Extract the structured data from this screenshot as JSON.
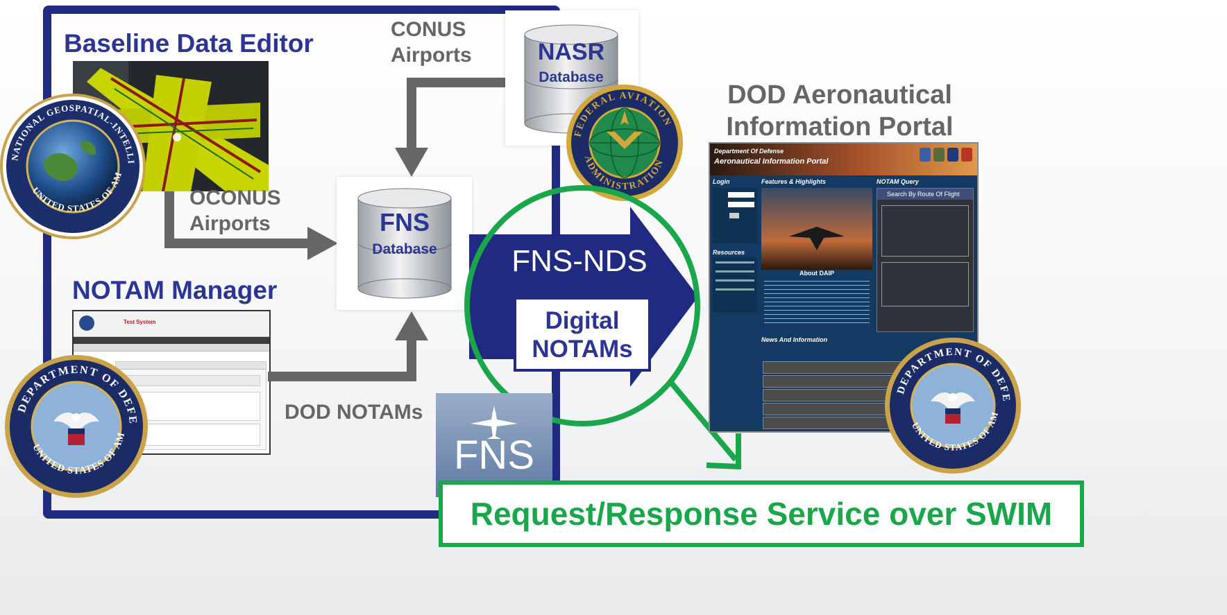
{
  "diagram": {
    "baseline_editor": {
      "title": "Baseline Data Editor"
    },
    "notam_manager": {
      "title": "NOTAM Manager",
      "screenshot_app_title": "Test System"
    },
    "labels": {
      "conus": "CONUS\nAirports",
      "oconus": "OCONUS\nAirports",
      "dod_notams": "DOD NOTAMs"
    },
    "nasr_db": {
      "line1": "NASR",
      "line2": "Database"
    },
    "fns_db": {
      "line1": "FNS",
      "line2": "Database"
    },
    "fns_nds": {
      "label": "FNS-NDS",
      "box": "Digital\nNOTAMs"
    },
    "fns_logo": {
      "text": "FNS"
    },
    "dod_portal": {
      "title": "DOD Aeronautical\nInformation Portal",
      "header_line1": "Department Of Defense",
      "header_line2": "Aeronautical Information Portal",
      "col_login": "Login",
      "col_features": "Features & Highlights",
      "col_query": "NOTAM Query",
      "col_resources": "Resources",
      "about": "About DAIP",
      "news": "News And Information",
      "search_label": "Search By Route Of Flight"
    },
    "seals": {
      "nga": "NATIONAL GEOSPATIAL-INTELLIGENCE AGENCY · UNITED STATES OF AMERICA",
      "faa": "FEDERAL AVIATION ADMINISTRATION",
      "dod": "DEPARTMENT OF DEFENSE · UNITED STATES OF AMERICA"
    },
    "swim": {
      "label": "Request/Response Service over SWIM"
    },
    "colors": {
      "navy": "#202a80",
      "title_blue": "#2c3593",
      "gray": "#666666",
      "green": "#1aa64b"
    }
  }
}
